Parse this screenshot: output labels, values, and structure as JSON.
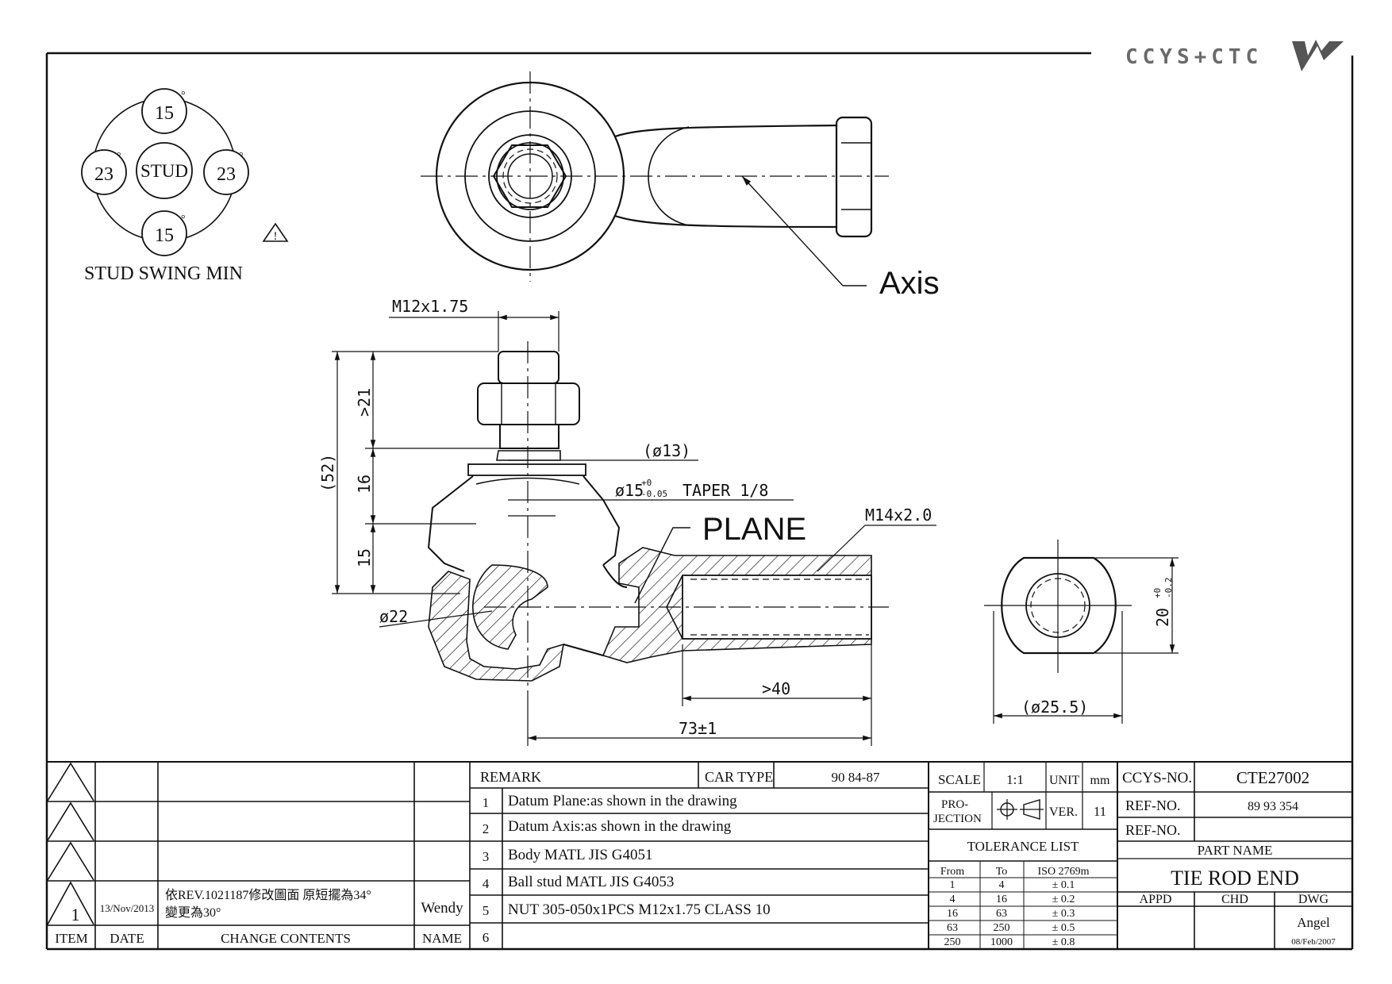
{
  "logo": {
    "text": "CCYS+CTC"
  },
  "swing": {
    "title": "STUD SWING MIN",
    "center": "STUD",
    "top": "15",
    "bottom": "15",
    "left": "23",
    "right": "23",
    "deg": "°",
    "warning": "!"
  },
  "labels": {
    "axis": "Axis",
    "plane": "PLANE",
    "m12": "M12x1.75",
    "m14": "M14x2.0",
    "d13": "(ø13)",
    "d15": "ø15",
    "tol_up": "+0",
    "tol_dn": "-0.05",
    "taper": "TAPER 1/8",
    "d22": "ø22",
    "dim52": "(52)",
    "dim21": ">21",
    "dim16": "16",
    "dim15": "15",
    "dim40": ">40",
    "dim73": "73±1",
    "dim20": "20",
    "tol20_up": "+0",
    "tol20_dn": "-0.2",
    "d25": "(ø25.5)"
  },
  "revisions": [
    {
      "item": "",
      "date": "",
      "content": "",
      "name": ""
    },
    {
      "item": "",
      "date": "",
      "content": "",
      "name": ""
    },
    {
      "item": "",
      "date": "",
      "content": "",
      "name": ""
    },
    {
      "item": "1",
      "date": "13/Nov/2013",
      "content1": "依REV.1021187修改圖面 原短擺為34°",
      "content2": "變更為30°",
      "name": "Wendy"
    }
  ],
  "rev_headers": {
    "item": "ITEM",
    "date": "DATE",
    "content": "CHANGE CONTENTS",
    "name": "NAME"
  },
  "remark": {
    "header": "REMARK",
    "car_type_label": "CAR TYPE",
    "car_type_value": "90 84-87",
    "items": [
      {
        "no": "1",
        "text": "Datum Plane:as shown in the drawing"
      },
      {
        "no": "2",
        "text": "Datum Axis:as shown in the drawing"
      },
      {
        "no": "3",
        "text": "Body MATL JIS G4051"
      },
      {
        "no": "4",
        "text": "Ball stud MATL JIS G4053"
      },
      {
        "no": "5",
        "text": "NUT 305-050x1PCS M12x1.75 CLASS 10"
      },
      {
        "no": "6",
        "text": ""
      }
    ]
  },
  "info": {
    "scale_label": "SCALE",
    "scale_value": "1:1",
    "unit_label": "UNIT",
    "unit_value": "mm",
    "projection_label1": "PRO-",
    "projection_label2": "JECTION",
    "ver_label": "VER.",
    "ver_value": "11",
    "tolerance_title": "TOLERANCE LIST",
    "tol_headers": [
      "From",
      "To",
      "ISO 2769m"
    ],
    "tolerances": [
      [
        "1",
        "4",
        "± 0.1"
      ],
      [
        "4",
        "16",
        "± 0.2"
      ],
      [
        "16",
        "63",
        "± 0.3"
      ],
      [
        "63",
        "250",
        "± 0.5"
      ],
      [
        "250",
        "1000",
        "± 0.8"
      ]
    ],
    "ccys_label": "CCYS-NO.",
    "ccys_value": "CTE27002",
    "ref1_label": "REF-NO.",
    "ref1_value": "89 93 354",
    "ref2_label": "REF-NO.",
    "ref2_value": "",
    "part_name_label": "PART NAME",
    "part_name": "TIE ROD END",
    "appd": "APPD",
    "chd": "CHD",
    "dwg": "DWG",
    "dwg_name": "Angel",
    "dwg_date": "08/Feb/2007"
  }
}
